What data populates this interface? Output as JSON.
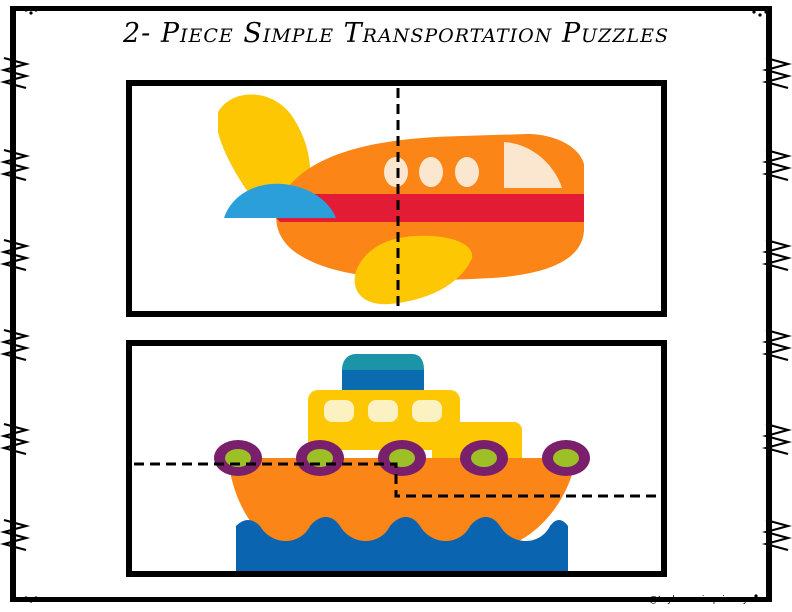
{
  "title": "2- Piece Simple Transportation Puzzles",
  "credit": "@taylormarie primary",
  "puzzles": [
    {
      "subject": "airplane",
      "pieces": 2,
      "cut": "vertical-dashed"
    },
    {
      "subject": "boat",
      "pieces": 2,
      "cut": "stepped-dashed"
    }
  ],
  "colors": {
    "orange": "#fb8517",
    "red": "#e21c34",
    "yellow": "#fdc704",
    "blue": "#2b9fd9",
    "cream": "#fbe6cf",
    "purple": "#7a1f6b",
    "lime": "#9cc026",
    "teal": "#1b94a8",
    "navy": "#0a6bb1",
    "water": "#0a64b0",
    "light_yellow": "#fbf1c1"
  },
  "icons": [
    "airplane-illustration",
    "boat-illustration",
    "zigzag-border-icon"
  ]
}
